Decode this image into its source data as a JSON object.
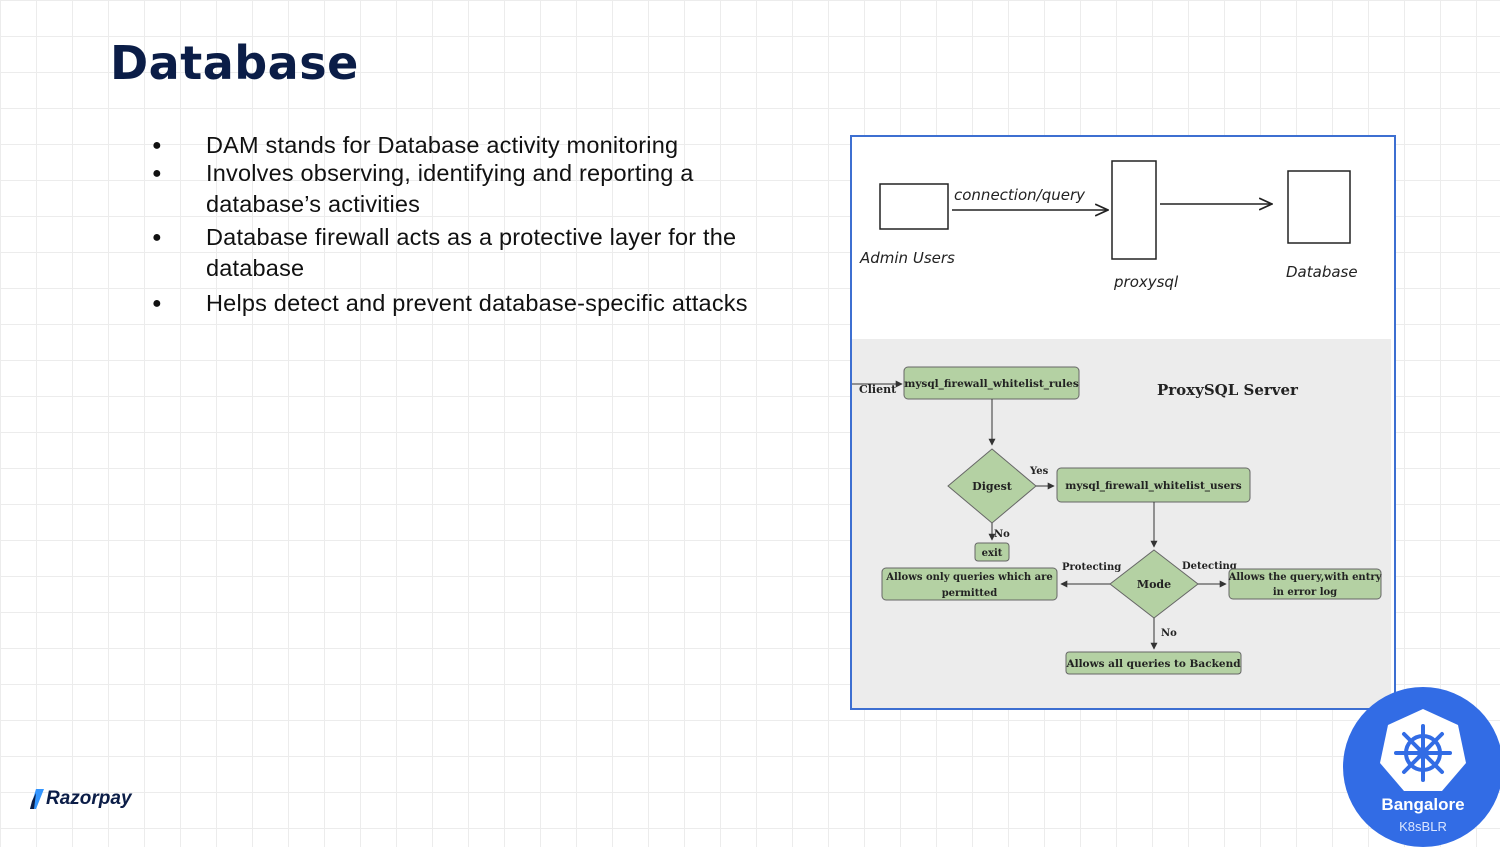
{
  "slide": {
    "title": "Database",
    "bullets": [
      {
        "marker": "●",
        "lines": [
          "DAM stands for Database activity monitoring"
        ]
      },
      {
        "marker": "●",
        "lines": [
          "Involves observing, identifying and reporting a",
          "database’s activities"
        ]
      },
      {
        "marker": "●",
        "lines": [
          "Database firewall acts as a protective layer for the",
          "database"
        ]
      },
      {
        "marker": "●",
        "lines": [
          "Helps detect and prevent database-specific attacks"
        ]
      }
    ]
  },
  "sketch": {
    "edge_label": "connection/query",
    "admin_label": "Admin Users",
    "proxy_label": "proxysql",
    "db_label": "Database"
  },
  "flow": {
    "title": "ProxySQL Server",
    "client": "Client",
    "rules_box": "mysql_firewall_whitelist_rules",
    "digest": "Digest",
    "yes": "Yes",
    "users_box": "mysql_firewall_whitelist_users",
    "no_1": "No",
    "exit": "exit",
    "protecting": "Protecting",
    "mode": "Mode",
    "detecting": "Detecting",
    "allow_permitted_1": "Allows only queries which are",
    "allow_permitted_2": "permitted",
    "allow_log_1": "Allows the query,with entry",
    "allow_log_2": "in error log",
    "no_2": "No",
    "allow_all": "Allows all queries to Backend",
    "box_fill": "#b4d1a3",
    "panel_bg": "#ececec"
  },
  "footer": {
    "brand": "Razorpay",
    "badge_title": "Bangalore",
    "badge_sub": "K8sBLR",
    "badge_icon": "kubernetes-helm-icon"
  }
}
